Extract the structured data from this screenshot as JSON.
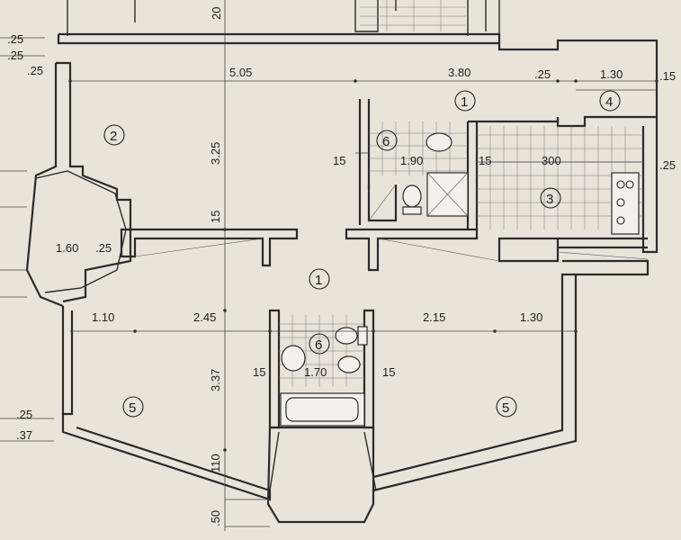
{
  "dimensions": {
    "top_left_1": ".25",
    "top_left_2": ".25",
    "top_left_3": ".25",
    "top_20": "20",
    "d_505": "5.05",
    "d_380": "3.80",
    "d_25a": ".25",
    "d_130a": "1.30",
    "d_15a": ".15",
    "d_325": "3.25",
    "d_15b": "15",
    "d_190": "1.90",
    "d_15c": "15",
    "d_300": "300",
    "d_25b": ".25",
    "d_15d": "15",
    "d_160": "1.60",
    "d_25c": ".25",
    "d_110a": "1.10",
    "d_245": "2.45",
    "d_215": "2.15",
    "d_130b": "1.30",
    "d_337": "3.37",
    "d_15e": "15",
    "d_170": "1.70",
    "d_15f": "15",
    "d_left_25": ".25",
    "d_left_37": ".37",
    "d_110b": "110",
    "d_50": ".50"
  },
  "rooms": {
    "r1_top": "1",
    "r1_center": "1",
    "r2": "2",
    "r3": "3",
    "r4": "4",
    "r5_left": "5",
    "r5_right": "5",
    "r6_top": "6",
    "r6_bottom": "6"
  }
}
